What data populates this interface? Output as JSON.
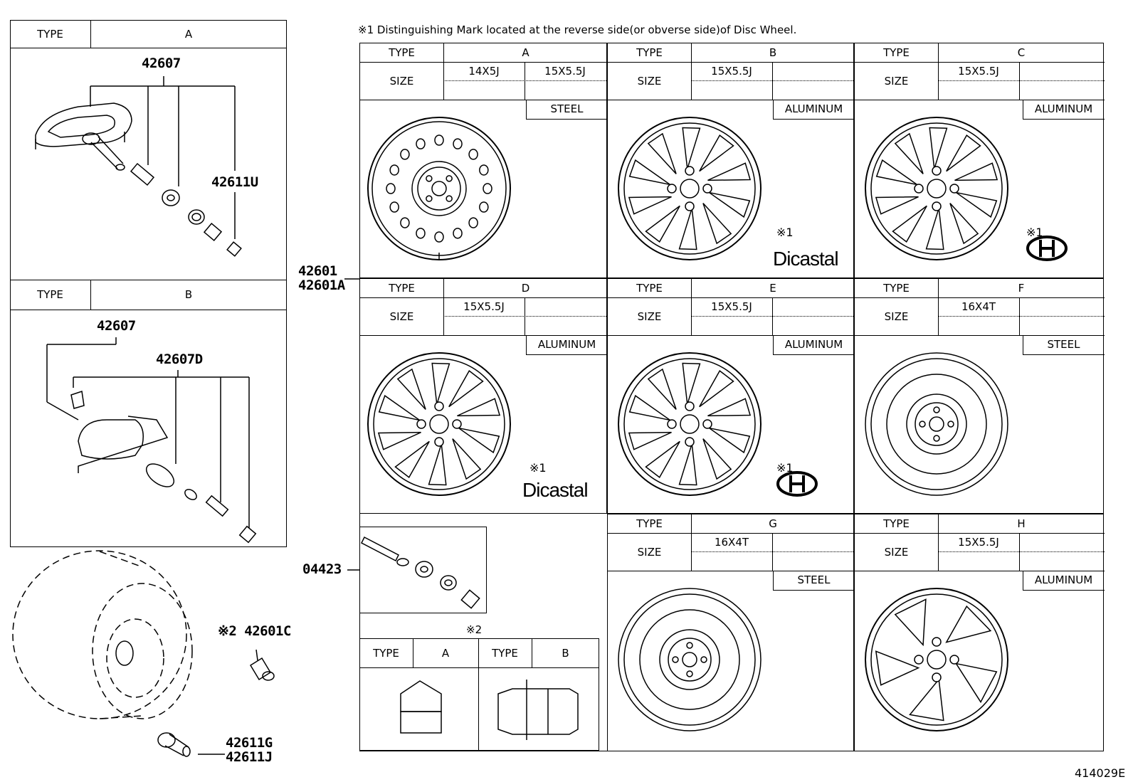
{
  "header_note": "※1 Distinguishing Mark located at the reverse side(or obverse side)of Disc Wheel.",
  "footer_code": "414029E",
  "labels": {
    "type": "TYPE",
    "size": "SIZE",
    "note1": "※1",
    "note2": "※2"
  },
  "sensor_a": {
    "type_value": "A",
    "part_main": "42607",
    "part_sub": "42611U"
  },
  "sensor_b": {
    "type_value": "B",
    "part_main": "42607",
    "part_sub": "42607D"
  },
  "disc_parts": {
    "main": "42601",
    "alt": "42601A"
  },
  "valve_kit": "04423",
  "nut_part": "※2 42601C",
  "valve_parts": [
    "42611G",
    "42611J"
  ],
  "wheels": [
    {
      "type": "A",
      "sizes": [
        "14X5J",
        "15X5.5J"
      ],
      "material": "STEEL",
      "brand": ""
    },
    {
      "type": "B",
      "sizes": [
        "15X5.5J"
      ],
      "material": "ALUMINUM",
      "brand": "Dicastal"
    },
    {
      "type": "C",
      "sizes": [
        "15X5.5J"
      ],
      "material": "ALUMINUM",
      "brand": "HIT-logo"
    },
    {
      "type": "D",
      "sizes": [
        "15X5.5J"
      ],
      "material": "ALUMINUM",
      "brand": "Dicastal"
    },
    {
      "type": "E",
      "sizes": [
        "15X5.5J"
      ],
      "material": "ALUMINUM",
      "brand": "HIT-logo"
    },
    {
      "type": "F",
      "sizes": [
        "16X4T"
      ],
      "material": "STEEL",
      "brand": ""
    },
    {
      "type": "G",
      "sizes": [
        "16X4T"
      ],
      "material": "STEEL",
      "brand": ""
    },
    {
      "type": "H",
      "sizes": [
        "15X5.5J"
      ],
      "material": "ALUMINUM",
      "brand": ""
    }
  ],
  "nuts": {
    "type_a": "A",
    "type_b": "B"
  }
}
